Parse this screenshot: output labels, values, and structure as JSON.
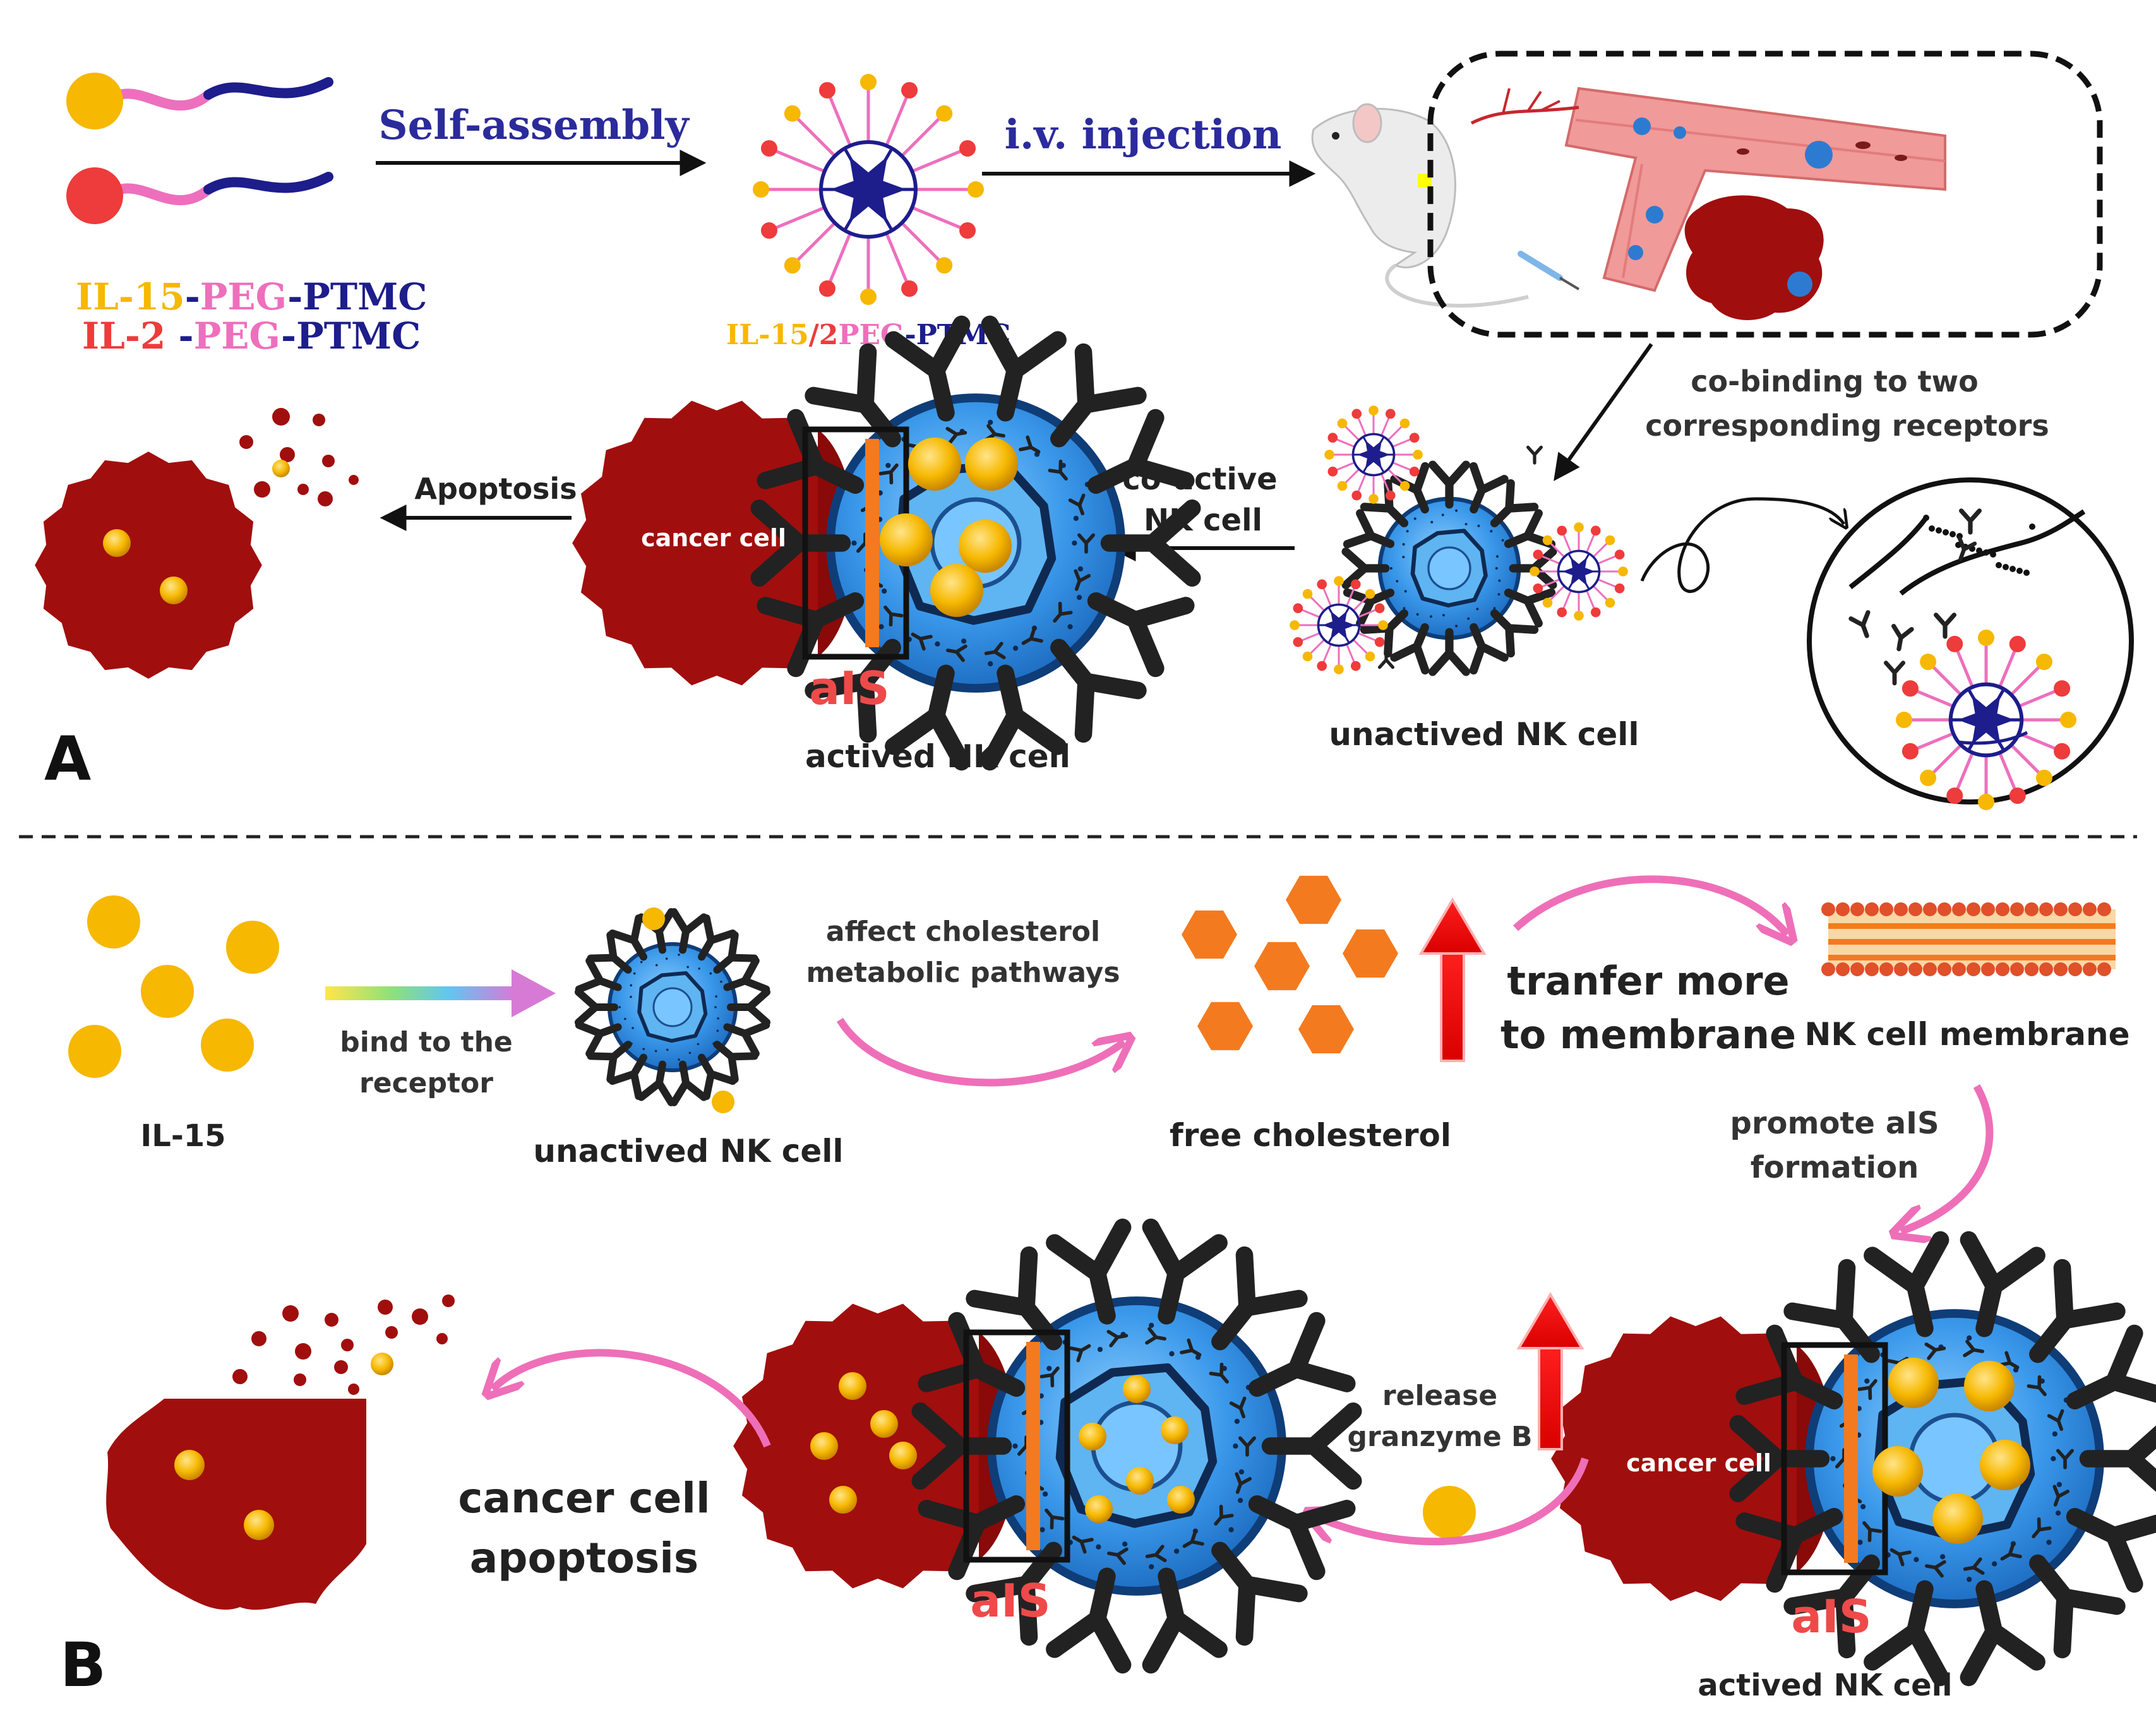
{
  "panelA": {
    "label": "A",
    "self_assembly": "Self-assembly",
    "iv_injection": "i.v. injection",
    "legend_il15": [
      "IL-15",
      "-",
      "PEG",
      "-",
      "PTMC"
    ],
    "legend_il2": [
      "IL-2",
      " -",
      "PEG",
      "-",
      "PTMC"
    ],
    "micelle_label": [
      "IL-15",
      "/2",
      "PEG",
      "-",
      "PTMC"
    ],
    "co_binding": [
      "co-binding to two",
      "corresponding receptors"
    ],
    "apoptosis": "Apoptosis",
    "cancer_cell": "cancer cell",
    "ais": "aIS",
    "actived_nk": "actived NK cell",
    "co_active": [
      "co-active",
      "NK cell"
    ],
    "unactived_nk": "unactived NK cell"
  },
  "panelB": {
    "label": "B",
    "il15": "IL-15",
    "bind_receptor": [
      "bind to the",
      "receptor"
    ],
    "unactived_nk": "unactived NK cell",
    "affect_cholesterol": [
      "affect cholesterol",
      "metabolic pathways"
    ],
    "free_cholesterol": "free cholesterol",
    "transfer": [
      "tranfer more",
      "to membrane"
    ],
    "nk_membrane": "NK cell membrane",
    "promote_ais": [
      "promote aIS",
      "formation"
    ],
    "release_granzyme": [
      "release",
      "granzyme B"
    ],
    "cancer_cell": "cancer cell",
    "ais": "aIS",
    "actived_nk": "actived NK cell",
    "cancer_apoptosis": [
      "cancer cell",
      "apoptosis"
    ]
  },
  "colors": {
    "il15_yellow": "#f6b800",
    "il2_red": "#ee3b3b",
    "peg_pink": "#ee6fbd",
    "ptmc_navy": "#1d1d8c",
    "cancer_red": "#a10e0e",
    "nk_blue": "#2f8de4",
    "ais_red": "#ee4a4a",
    "arrow_pink": "#ee6fb8",
    "chol_orange": "#f47a1f"
  }
}
